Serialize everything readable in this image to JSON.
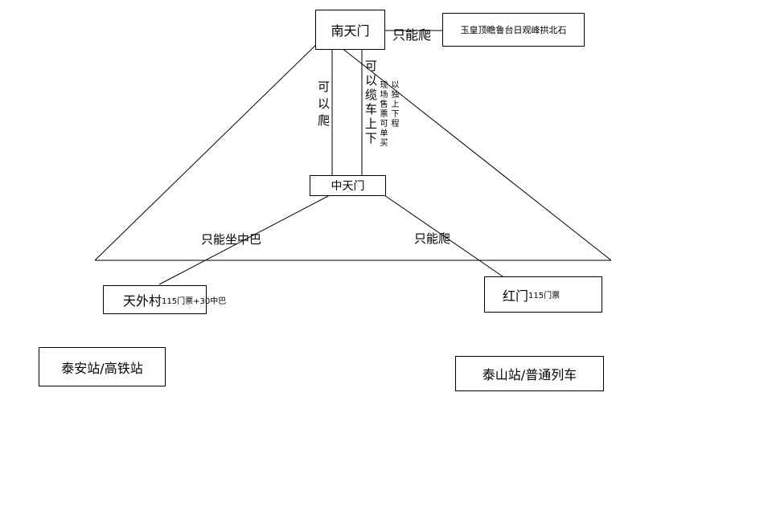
{
  "nodes": {
    "nantianmen": "南天门",
    "yuhuangding": "玉皇顶瞻鲁台日观峰拱北石",
    "zhongtianmen": "中天门",
    "tianwaicun": "天外村",
    "tianwaicun_fee": "115门票+30中巴",
    "hongmen": "红门",
    "hongmen_fee": "115门票",
    "taian_station": "泰安站/高铁站",
    "taishan_station": "泰山站/普通列车"
  },
  "edges": {
    "nantianmen_to_yuhuangding": "只能爬",
    "climb_zhong_to_nan": "可以爬",
    "cable_car": "可以缆车上下",
    "ticket_note_col1": "现场售票可单买",
    "ticket_note_col2": "以独上下程",
    "tianwaicun_to_zhong": "只能坐中巴",
    "hongmen_to_zhong": "只能爬"
  }
}
